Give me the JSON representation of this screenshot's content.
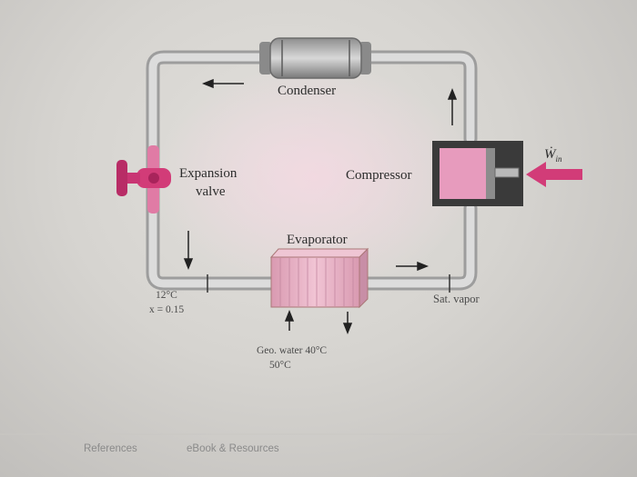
{
  "diagram": {
    "condenser_label": "Condenser",
    "compressor_label": "Compressor",
    "expansion_valve_label_line1": "Expansion",
    "expansion_valve_label_line2": "valve",
    "evaporator_label": "Evaporator",
    "work_in_symbol": "Ẇ",
    "work_in_subscript": "in",
    "inlet_state_temp": "12°C",
    "inlet_state_quality": "x = 0.15",
    "outlet_state": "Sat. vapor",
    "geo_water_line1": "Geo. water 40°C",
    "geo_water_line2": "50°C"
  },
  "footer": {
    "references_label": "References",
    "ebook_label": "eBook & Resources"
  },
  "colors": {
    "pipe": "#c4c4c4",
    "pink_accent": "#d23c78",
    "compressor_fill": "#e79bbd",
    "evaporator_fill": "#eab3c5"
  }
}
